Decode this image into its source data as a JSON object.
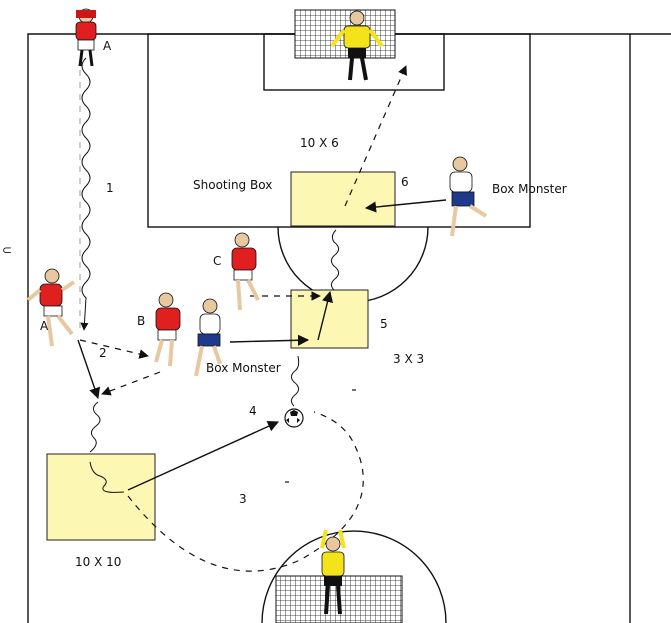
{
  "colors": {
    "zone_fill": "#fdf7b4",
    "attacker_shirt": "#e02020",
    "box_monster_shirt": "#ffffff",
    "box_monster_shorts": "#1e3a8a",
    "goalkeeper_shirt": "#f4e21a",
    "line": "#111111"
  },
  "labels": {
    "player_a_top": "A",
    "player_a_mid": "A",
    "player_b": "B",
    "player_c": "C",
    "shooting_box": "Shooting Box",
    "box_monster_top": "Box Monster",
    "box_monster_mid": "Box Monster",
    "dim_10x6": "10 X 6",
    "dim_3x3": "3 X 3",
    "dim_10x10": "10 X 10",
    "left_edge_mark": "⊂"
  },
  "steps": {
    "s1": "1",
    "s2": "2",
    "s3": "3",
    "s4": "4",
    "s5": "5",
    "s6": "6"
  },
  "zones": [
    {
      "name": "shooting-box-zone",
      "label": "Shooting Box",
      "size": "10 X 6"
    },
    {
      "name": "middle-box-zone",
      "label": "",
      "size": "3 X 3"
    },
    {
      "name": "start-box-zone",
      "label": "",
      "size": "10 X 10"
    }
  ],
  "players": [
    {
      "role": "attacker",
      "label": "A"
    },
    {
      "role": "attacker",
      "label": "A"
    },
    {
      "role": "attacker",
      "label": "B"
    },
    {
      "role": "attacker",
      "label": "C"
    },
    {
      "role": "defender",
      "label": "Box Monster"
    },
    {
      "role": "defender",
      "label": "Box Monster"
    },
    {
      "role": "goalkeeper",
      "label": ""
    },
    {
      "role": "goalkeeper",
      "label": ""
    }
  ]
}
